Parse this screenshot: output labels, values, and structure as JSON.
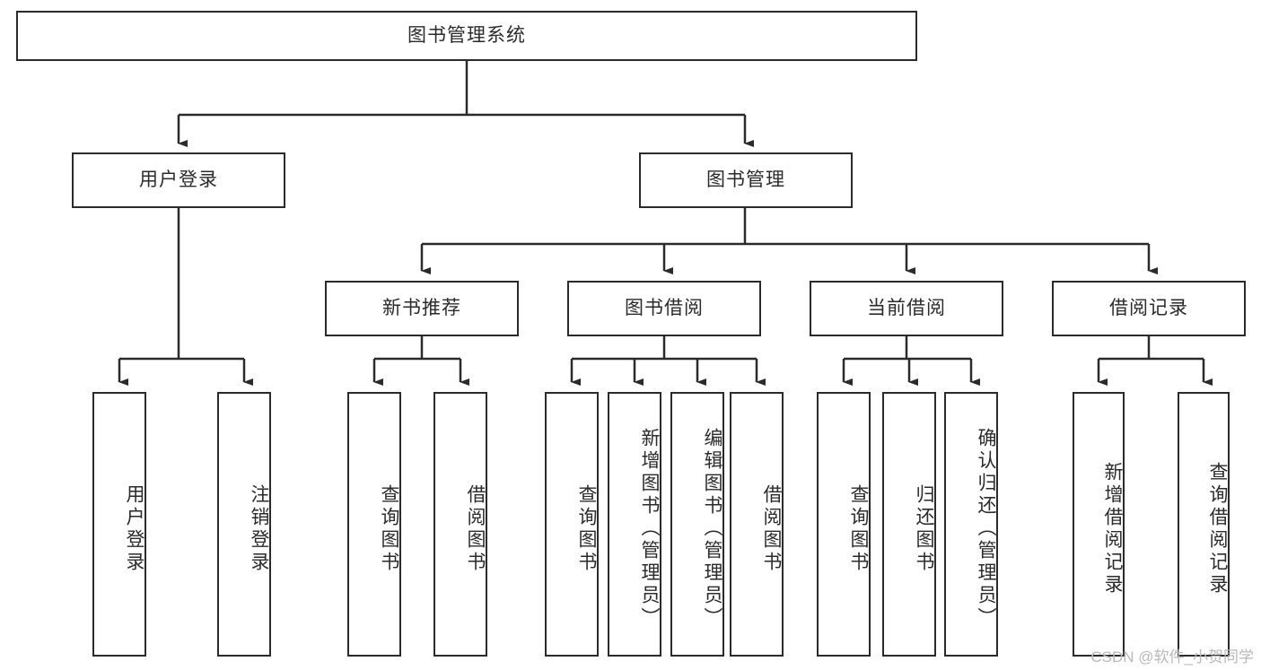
{
  "diagram": {
    "type": "tree",
    "title": "图书管理系统",
    "watermark": "CSDN @软件_小贺同学",
    "colors": {
      "box_border": "#2b2b2b",
      "box_fill": "#ffffff",
      "connector": "#2b2b2b",
      "text": "#2b2b2b",
      "watermark": "#b9b9b9"
    },
    "nodes": {
      "root": {
        "label": "图书管理系统"
      },
      "level2": [
        {
          "label": "用户登录"
        },
        {
          "label": "图书管理"
        }
      ],
      "level3": [
        {
          "label": "新书推荐"
        },
        {
          "label": "图书借阅"
        },
        {
          "label": "当前借阅"
        },
        {
          "label": "借阅记录"
        }
      ],
      "leaves": [
        {
          "label": "用户登录"
        },
        {
          "label": "注销登录"
        },
        {
          "label": "查询图书"
        },
        {
          "label": "借阅图书"
        },
        {
          "label": "查询图书"
        },
        {
          "label": "新增图书（管理员）"
        },
        {
          "label": "编辑图书（管理员）"
        },
        {
          "label": "借阅图书"
        },
        {
          "label": "查询图书"
        },
        {
          "label": "归还图书"
        },
        {
          "label": "确认归还（管理员）"
        },
        {
          "label": "新增借阅记录"
        },
        {
          "label": "查询借阅记录"
        }
      ]
    }
  }
}
